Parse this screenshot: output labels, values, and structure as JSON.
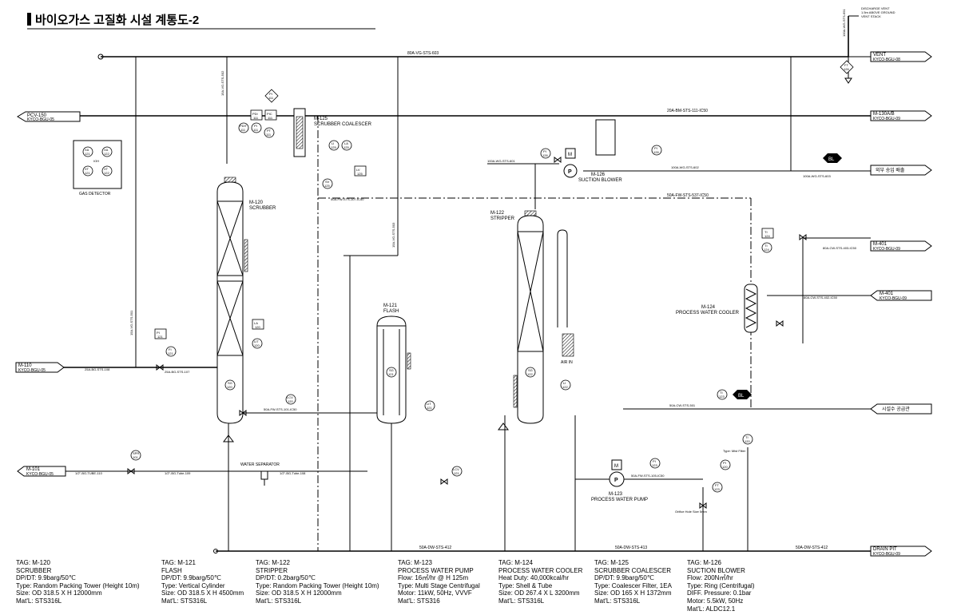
{
  "title": "바이오가스 고질화 시설 계통도-2",
  "off_page": {
    "pcv150": {
      "line1": "PCV-150",
      "line2": "KYCO-BGU-05"
    },
    "m110": {
      "line1": "M-110",
      "line2": "KYCO-BGU-05"
    },
    "m101": {
      "line1": "M-101",
      "line2": "KYCO-BGU-05"
    },
    "vent": {
      "line1": "VENT",
      "line2": "KYCO-BGU-08"
    },
    "m130": {
      "line1": "M-130A/B",
      "line2": "KYCO-BGU-09"
    },
    "cooling_supply": {
      "line1": "외부 송입 배출"
    },
    "m401a": {
      "line1": "M-401",
      "line2": "KYCO-BGU-09"
    },
    "m401b": {
      "line1": "M-401",
      "line2": "KYCO-BGU-09"
    },
    "water_supply": {
      "line1": "시설수 공급관"
    },
    "drain_pit": {
      "line1": "DRAIN PIT",
      "line2": "KYCO-BGU-09"
    }
  },
  "discharge_note": {
    "line1": "DISCHARGE VENT",
    "line2": "1.5m ABOVE GROUND",
    "line3": "VENT STACK"
  },
  "gas_detector": {
    "label": "GAS DETECTOR",
    "tags": [
      {
        "a": "XA",
        "b": "121"
      },
      {
        "a": "XA",
        "b": "122"
      },
      {
        "a": "XT",
        "b": "121"
      },
      {
        "a": "XT",
        "b": "122"
      }
    ],
    "note": "IOH"
  },
  "equipment": {
    "scrubber": {
      "tag": "M-120",
      "name": "SCRUBBER"
    },
    "coalescer": {
      "tag": "M-125",
      "name": "SCRUBBER COALESCER"
    },
    "flash": {
      "tag": "M-121",
      "name": "FLASH"
    },
    "stripper": {
      "tag": "M-122",
      "name": "STRIPPER"
    },
    "cooler": {
      "tag": "M-124",
      "name": "PROCESS WATER COOLER"
    },
    "pump": {
      "tag": "M-123",
      "name": "PROCESS WATER PUMP"
    },
    "blower": {
      "tag": "M-126",
      "name": "SUCTION BLOWER"
    },
    "water_separator": "WATER SEPARATOR",
    "air_in": "AIR IN",
    "type_note": "Type: Mist Filter",
    "orifice_note": "Orifice Hole Size 5mm"
  },
  "line_labels": {
    "vent_header": "80A-VG-STS-603",
    "biogas_main": "20A-BM-STS-111-IC50",
    "fw_return": "50A-FW-STS-537-IC50",
    "fw_107": "50A-FW-STS-107-IC50",
    "fw_101": "50A-FW-STS-101-IC50",
    "bg_108": "25A-BG-STS-108",
    "bg_107": "25A-BG-STS-107",
    "tube_110": "1/2\"-BG-TUBE-110",
    "tube_109": "1/2\"-BG-Tube-109",
    "tube_108": "1/2\"-BG-Tube-108",
    "wg_601": "100A-WG-STS-601",
    "wg_602": "100A-WG-STS-602",
    "wg_603": "100A-WG-STS-603",
    "wg_691": "100A-WG-STS-691",
    "dw_412": "50A-DW-STS-412",
    "dw_413": "50A-DW-STS-413",
    "dw_412b": "50A-DW-STS-412",
    "fw_105": "50A-FW-STS-105-IC50",
    "cw_403": "80A-CW-STS-403-IC50",
    "cw_402": "80A-CW-STS-402-IC50",
    "cw_501": "50A-CW-STS-501",
    "vg_502": "15A-VG-STS-502",
    "vg_503": "15A-VG-STS-503",
    "vg_501": "15A-VG-STS-501"
  },
  "instruments": {
    "pdt111": {
      "a": "PDIT",
      "b": "111"
    },
    "pi111": {
      "a": "PI",
      "b": "111"
    },
    "pt111": {
      "a": "PT",
      "b": "111"
    },
    "pdi111": {
      "a": "PDI",
      "b": "111"
    },
    "pic111": {
      "a": "PIC",
      "b": "111"
    },
    "pi111b": {
      "a": "PI",
      "b": "111"
    },
    "li125": {
      "a": "LI",
      "b": "125"
    },
    "la125": {
      "a": "LA",
      "b": "125"
    },
    "lv125": {
      "a": "LV",
      "b": "125"
    },
    "sv125": {
      "a": "SV",
      "b": "125"
    },
    "fi121": {
      "a": "FI",
      "b": "121"
    },
    "pi121": {
      "a": "PI",
      "b": "121"
    },
    "la120": {
      "a": "LA",
      "b": "120"
    },
    "lit120": {
      "a": "LIT",
      "b": "120"
    },
    "lcv120": {
      "a": "LCV",
      "b": "120"
    },
    "sg120": {
      "a": "SG",
      "b": "120"
    },
    "sg121": {
      "a": "SG",
      "b": "121"
    },
    "lit121": {
      "a": "LIT",
      "b": "121"
    },
    "lcv121": {
      "a": "LCV",
      "b": "121"
    },
    "spr101": {
      "a": "SPR",
      "b": "101"
    },
    "pi126": {
      "a": "PI",
      "b": "126"
    },
    "pi126b": {
      "a": "PI",
      "b": "126"
    },
    "ft126": {
      "a": "FT",
      "b": "126"
    },
    "sg122": {
      "a": "SG",
      "b": "122"
    },
    "li122": {
      "a": "LI",
      "b": "122"
    },
    "ti124": {
      "a": "TI",
      "b": "124"
    },
    "ti124b": {
      "a": "TI",
      "b": "124"
    },
    "pi123": {
      "a": "PI",
      "b": "123"
    },
    "ti123": {
      "a": "TI",
      "b": "123"
    },
    "ft123": {
      "a": "FT",
      "b": "123"
    },
    "pi120": {
      "a": "PI",
      "b": "120"
    },
    "ti120": {
      "a": "TI",
      "b": "120"
    }
  },
  "tag_table": [
    {
      "tag": "TAG: M-120",
      "lines": [
        "SCRUBBER",
        "DP/DT: 9.9barg/50℃",
        "Type: Random Packing Tower (Height 10m)",
        "Size: OD 318.5 X H 12000mm",
        "Mat'L: STS316L"
      ]
    },
    {
      "tag": "TAG: M-121",
      "lines": [
        "FLASH",
        "DP/DT: 9.9barg/50℃",
        "Type: Vertical Cylinder",
        "Size: OD 318.5 X H 4500mm",
        "Mat'L: STS316L"
      ]
    },
    {
      "tag": "TAG: M-122",
      "lines": [
        "STRIPPER",
        "DP/DT: 0.2barg/50℃",
        "Type: Random Packing Tower (Height 10m)",
        "Size: OD 318.5 X H 12000mm",
        "Mat'L: STS316L"
      ]
    },
    {
      "tag": "TAG: M-123",
      "lines": [
        "PROCESS WATER PUMP",
        "Flow: 16㎥/hr @ H 125m",
        "Type: Multi Stage Centrifugal",
        "Motor: 11kW, 50Hz, VVVF",
        "Mat'L: STS316"
      ]
    },
    {
      "tag": "TAG: M-124",
      "lines": [
        "PROCESS WATER COOLER",
        "Heat Duty: 40,000kcal/hr",
        "Type: Shell & Tube",
        "Size: OD 267.4 X L 3200mm",
        "Mat'L: STS316L"
      ]
    },
    {
      "tag": "TAG: M-125",
      "lines": [
        "SCRUBBER COALESCER",
        "DP/DT: 9.9barg/50℃",
        "Type: Coalescer Filter, 1EA",
        "Size: OD 165 X H 1372mm",
        "Mat'L: STS316L"
      ]
    },
    {
      "tag": "TAG: M-126",
      "lines": [
        "SUCTION BLOWER",
        "Flow: 200N㎥/hr",
        "Type: Ring (Centrifugal)",
        "DIFF. Pressure: 0.1bar",
        "Motor: 5.5kW, 50Hz",
        "Mat'L: ALDC12.1"
      ]
    }
  ]
}
